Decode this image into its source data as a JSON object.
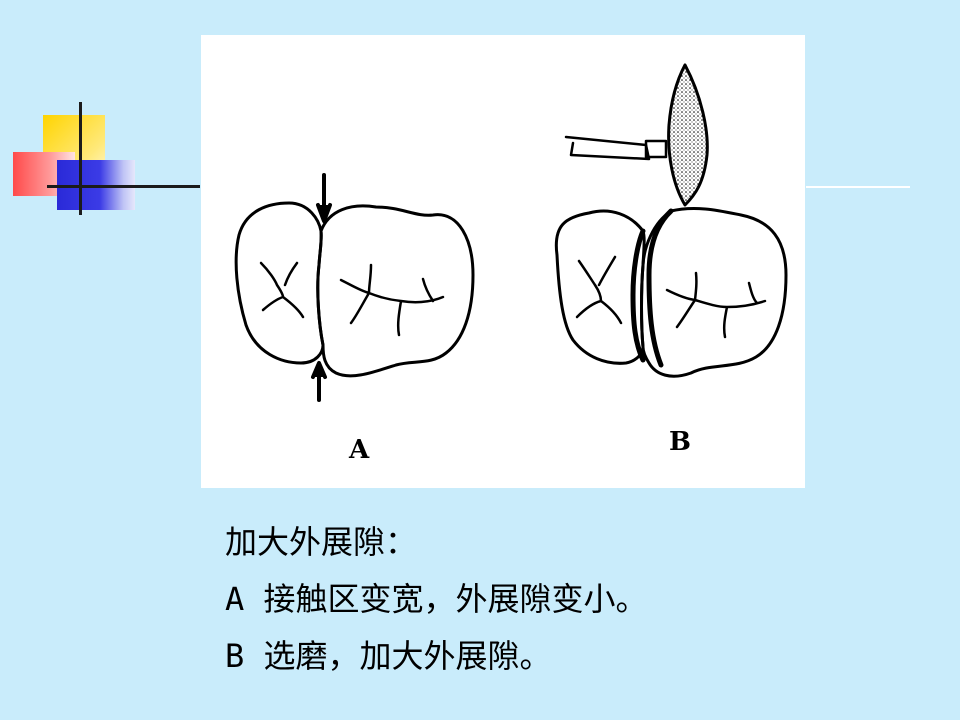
{
  "slide": {
    "caption_lines": [
      "加大外展隙：",
      "A 接触区变宽，外展隙变小。",
      "B 选磨，加大外展隙。"
    ]
  },
  "figure": {
    "label_a": "A",
    "label_b": "B"
  },
  "colors": {
    "background": "#c9ecfb",
    "deco_yellow": "#ffd400",
    "deco_red": "#ff4a4a",
    "deco_blue": "#2a2ad8"
  }
}
